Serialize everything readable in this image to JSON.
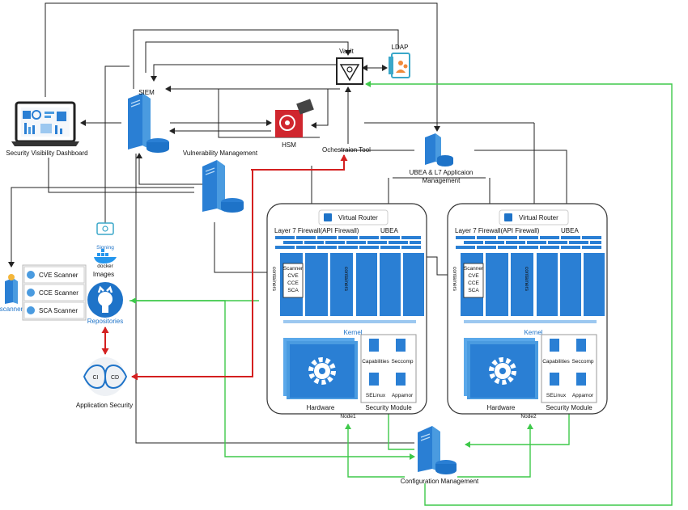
{
  "labels": {
    "siem": "SIEM",
    "vault": "Vault",
    "ldap": "LDAP",
    "hsm": "HSM",
    "dashboard": "Security Visibility  Dashboard",
    "vuln_mgmt": "Vulnerability Management",
    "orchestration": "Ochestraion Tool",
    "ubea_l7_line1": "UBEA & L7 Applicaion",
    "ubea_l7_line2": "Management",
    "signing": "Signing",
    "docker": "docker",
    "images": "Images",
    "repositories": "Repositories",
    "application_security": "Application Security",
    "scanner": "scanner",
    "cicd_ci": "CI",
    "cicd_cd": "CD",
    "config_mgmt": "Configuration Management"
  },
  "scanners": [
    "CVE Scanner",
    "CCE Scanner",
    "SCA Scanner"
  ],
  "node1": {
    "virtual_router": "Virtual Router",
    "firewall": "Layer 7 Firewall(API Firewall)",
    "ubea": "UBEA",
    "containers_left": "containers",
    "containers_right": "containers",
    "scanner_lines": [
      "Scanner",
      "CVE",
      "CCE",
      "SCA"
    ],
    "kernel": "Kernel",
    "hardware": "Hardware",
    "security_module": "Security Module",
    "caps": [
      "Capabilities",
      "Seccomp",
      "SELinux",
      "Appamor"
    ],
    "node_label": "Node1"
  },
  "node2": {
    "virtual_router": "Virtual Router",
    "firewall": "Layer 7 Firewall(API Firewall)",
    "ubea": "UBEA",
    "containers_left": "containers",
    "containers_right": "containers",
    "scanner_lines": [
      "Scanner",
      "CVE",
      "CCE",
      "SCA"
    ],
    "kernel": "Kernel",
    "hardware": "Hardware",
    "security_module": "Security Module",
    "caps": [
      "Capabilities",
      "Seccomp",
      "SELinux",
      "Appamor"
    ],
    "node_label": "Node2"
  },
  "colors": {
    "blue": "#1e73c8",
    "light_blue": "#4a9be0",
    "line_black": "#222222",
    "line_green": "#3ec94a",
    "line_red": "#d42020",
    "hsm_red": "#d0262e"
  }
}
